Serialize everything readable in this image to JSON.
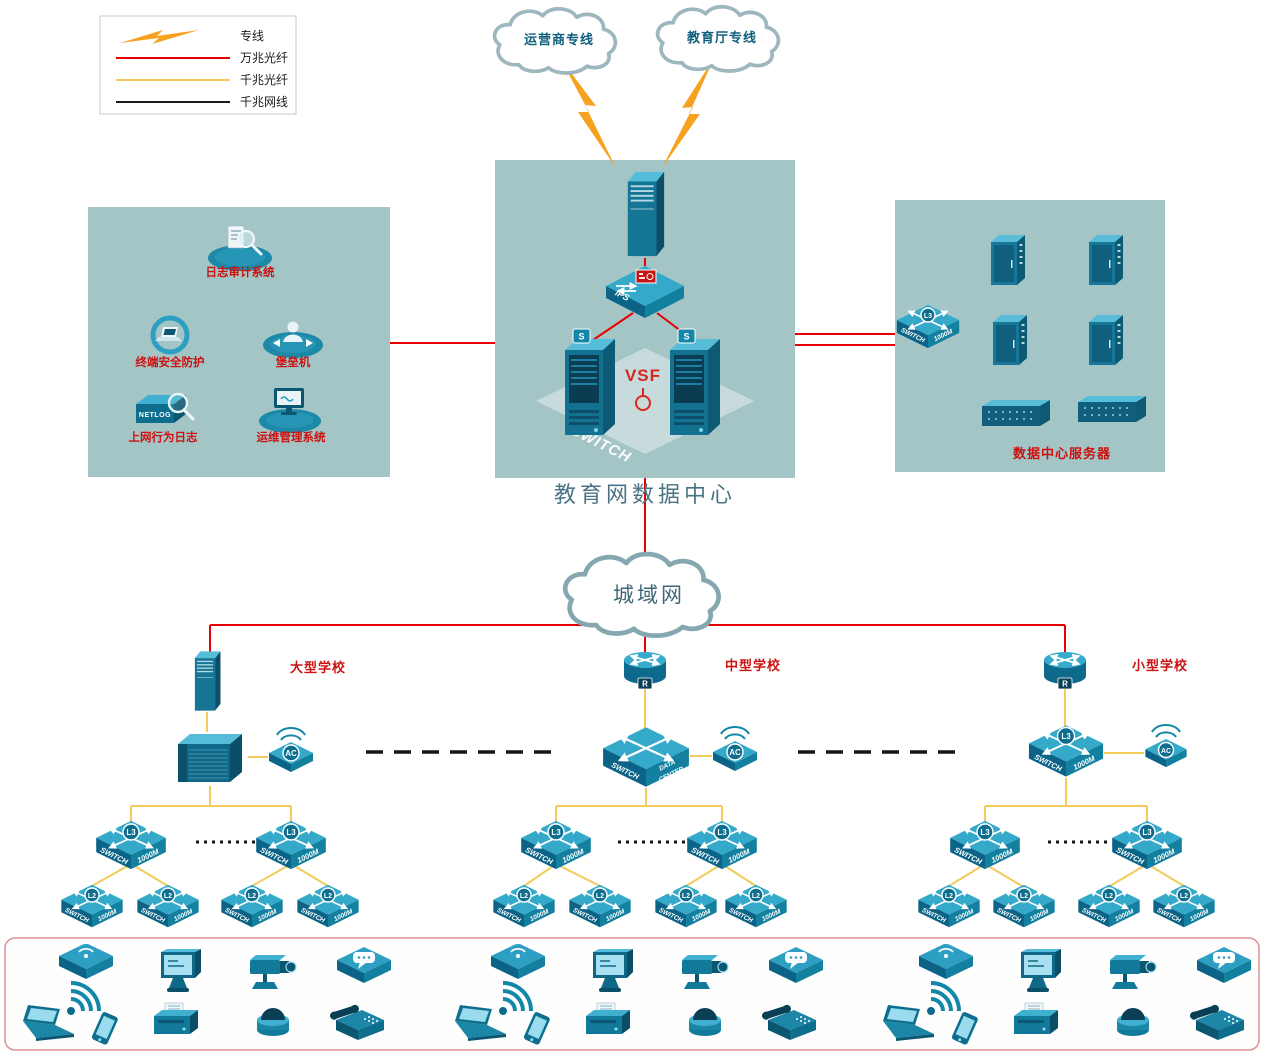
{
  "legend": {
    "items": [
      {
        "label": "专线"
      },
      {
        "label": "万兆光纤"
      },
      {
        "label": "千兆光纤"
      },
      {
        "label": "千兆网线"
      }
    ]
  },
  "clouds": {
    "operator": "运营商专线",
    "education": "教育厅专线",
    "man": "城域网"
  },
  "datacenter": {
    "title": "教育网数据中心",
    "ips": "IPS",
    "vsf": "VSF",
    "switch": "SWITCH",
    "flag": "S"
  },
  "security_zone": {
    "log_audit": "日志审计系统",
    "terminal_protect": "终端安全防护",
    "bastion": "堡垒机",
    "netlog": "NETLOG",
    "behavior_log": "上网行为日志",
    "ops_mgmt": "运维管理系统"
  },
  "server_zone": {
    "title": "数据中心服务器"
  },
  "schools": {
    "large": "大型学校",
    "medium": "中型学校",
    "small": "小型学校",
    "core_line1": "DATA",
    "core_line2": "CENTER"
  },
  "labels": {
    "switch": "SWITCH",
    "speed": "1000M",
    "l3": "L3",
    "l2": "L2",
    "ac": "AC",
    "r": "R"
  },
  "theme": {
    "zone_bg": "#a4c5c5",
    "device_teal": "#1a89ab",
    "line_10g_fiber": "#e60000",
    "line_1g_fiber": "#f2cb5a",
    "line_1g_cable": "#1a1a1a",
    "bolt_orange": "#f6a21e",
    "label_red": "#cc1111"
  }
}
